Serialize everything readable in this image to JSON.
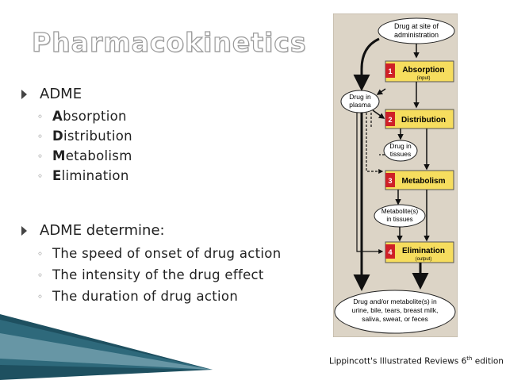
{
  "slide": {
    "title": "Pharmacokinetics",
    "bullet1": {
      "label": "ADME",
      "items": [
        {
          "initial": "A",
          "rest": "bsorption"
        },
        {
          "initial": "D",
          "rest": "istribution"
        },
        {
          "initial": "M",
          "rest": "etabolism"
        },
        {
          "initial": "E",
          "rest": "limination"
        }
      ]
    },
    "bullet2": {
      "label": "ADME determine:",
      "items": [
        "The speed of onset of drug action",
        "The intensity of the drug effect",
        "The duration of drug action"
      ]
    },
    "citation": {
      "text": "Lippincott's Illustrated Reviews 6",
      "sup": "th",
      "tail": " edition"
    }
  },
  "diagram": {
    "start_line1": "Drug at site of",
    "start_line2": "administration",
    "plasma_line1": "Drug in",
    "plasma_line2": "plasma",
    "tissues_line1": "Drug in",
    "tissues_line2": "tissues",
    "metabolite_line1": "Metabolite(s)",
    "metabolite_line2": "in tissues",
    "steps": [
      {
        "num": "1",
        "label": "Absorption",
        "sub": "(input)"
      },
      {
        "num": "2",
        "label": "Distribution",
        "sub": ""
      },
      {
        "num": "3",
        "label": "Metabolism",
        "sub": ""
      },
      {
        "num": "4",
        "label": "Elimination",
        "sub": "(output)"
      }
    ],
    "end_line1": "Drug and/or metabolite(s) in",
    "end_line2": "urine, bile, tears, breast milk,",
    "end_line3": "saliva, sweat, or feces",
    "colors": {
      "panel": "#dcd4c6",
      "step_box": "#f6dd5e",
      "step_num": "#cf2027",
      "arrow": "#111111"
    }
  }
}
